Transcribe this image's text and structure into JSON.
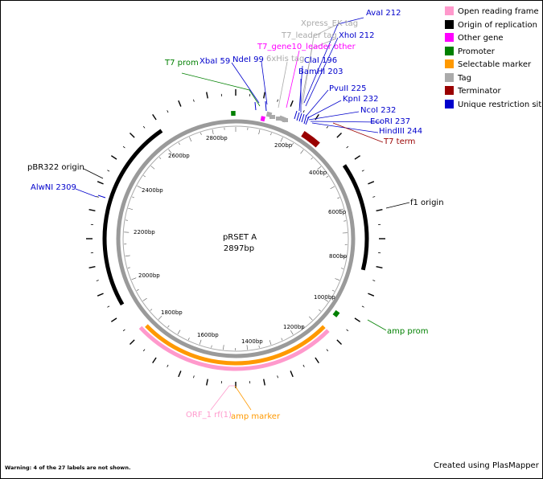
{
  "plasmid": {
    "name": "pRSET A",
    "length_label": "2897bp",
    "length": 2897
  },
  "legend": [
    {
      "label": "Open reading frame",
      "color": "#ff99cc"
    },
    {
      "label": "Origin of replication",
      "color": "#000000"
    },
    {
      "label": "Other gene",
      "color": "#ff00ff"
    },
    {
      "label": "Promoter",
      "color": "#008000"
    },
    {
      "label": "Selectable marker",
      "color": "#ff9900"
    },
    {
      "label": "Tag",
      "color": "#aaaaaa"
    },
    {
      "label": "Terminator",
      "color": "#990000"
    },
    {
      "label": "Unique restriction site",
      "color": "#0000cc"
    }
  ],
  "scale_labels": [
    "200bp",
    "400bp",
    "600bp",
    "800bp",
    "1000bp",
    "1200bp",
    "1400bp",
    "1600bp",
    "1800bp",
    "2000bp",
    "2200bp",
    "2400bp",
    "2600bp",
    "2800bp"
  ],
  "scale_positions": [
    200,
    400,
    600,
    800,
    1000,
    1200,
    1400,
    1600,
    1800,
    2000,
    2200,
    2400,
    2600,
    2800
  ],
  "features": [
    {
      "name": "ORF_1 rf(1)",
      "kind": "orf",
      "start": 1085,
      "end": 1827,
      "color": "#ff99cc"
    },
    {
      "name": "amp marker",
      "kind": "marker",
      "start": 1085,
      "end": 1817,
      "color": "#ff9900"
    },
    {
      "name": "pBR322 origin",
      "kind": "ori",
      "start": 1930,
      "end": 2620,
      "color": "#000000"
    },
    {
      "name": "f1 origin",
      "kind": "ori",
      "start": 450,
      "end": 835,
      "color": "#000000"
    },
    {
      "name": "T7 term",
      "kind": "term",
      "start": 262,
      "end": 332,
      "color": "#990000"
    },
    {
      "name": "amp prom",
      "kind": "prom",
      "start": 1010,
      "end": 1030,
      "color": "#008000"
    },
    {
      "name": "T7 prom",
      "kind": "prom",
      "start": 2880,
      "end": 2896,
      "color": "#008000"
    },
    {
      "name": "T7_gene10_leader other",
      "kind": "other",
      "start": 95,
      "end": 110,
      "color": "#ff00ff"
    },
    {
      "name": "6xHis tag",
      "kind": "tag",
      "start": 112,
      "end": 130,
      "color": "#aaaaaa"
    },
    {
      "name": "Xpress_EK tag",
      "kind": "tag",
      "start": 160,
      "end": 184,
      "color": "#aaaaaa"
    }
  ],
  "labels": [
    {
      "text": "AvaI 212",
      "color": "#0000cc"
    },
    {
      "text": "Xpress_EK tag",
      "color": "#aaaaaa"
    },
    {
      "text": "T7_leader tag",
      "color": "#aaaaaa"
    },
    {
      "text": "XhoI 212",
      "color": "#0000cc"
    },
    {
      "text": "T7_gene10_leader other",
      "color": "#ff00ff"
    },
    {
      "text": "T7 prom",
      "color": "#008000"
    },
    {
      "text": "XbaI 59",
      "color": "#0000cc"
    },
    {
      "text": "NdeI 99",
      "color": "#0000cc"
    },
    {
      "text": "6xHis tag",
      "color": "#aaaaaa"
    },
    {
      "text": "ClaI 196",
      "color": "#0000cc"
    },
    {
      "text": "BamHI 203",
      "color": "#0000cc"
    },
    {
      "text": "PvuII 225",
      "color": "#0000cc"
    },
    {
      "text": "KpnI 232",
      "color": "#0000cc"
    },
    {
      "text": "NcoI 232",
      "color": "#0000cc"
    },
    {
      "text": "EcoRI 237",
      "color": "#0000cc"
    },
    {
      "text": "HindIII 244",
      "color": "#0000cc"
    },
    {
      "text": "T7 term",
      "color": "#990000"
    },
    {
      "text": "pBR322 origin",
      "color": "#000000"
    },
    {
      "text": "AlwNI 2309",
      "color": "#0000cc"
    },
    {
      "text": "f1 origin",
      "color": "#000000"
    },
    {
      "text": "amp prom",
      "color": "#008000"
    },
    {
      "text": "ORF_1 rf(1)",
      "color": "#ff99cc"
    },
    {
      "text": "amp marker",
      "color": "#ff9900"
    }
  ],
  "footer": {
    "warning": "Warning: 4 of the 27 labels are not shown.",
    "credit": "Created using PlasMapper"
  }
}
